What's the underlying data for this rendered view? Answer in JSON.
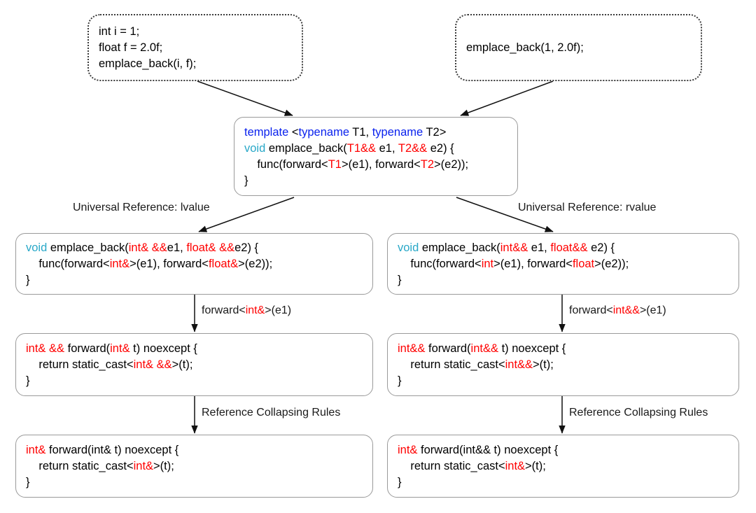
{
  "diagram": {
    "title": "C++ Perfect Forwarding / Universal Reference Flow",
    "colors": {
      "keyword_blue": "#0a22ee",
      "type_teal": "#29a8c8",
      "template_red": "#ff0000",
      "box_border_gray": "#9a9a9a",
      "dotted_border": "#3c3c3c",
      "text_black": "#000000",
      "background": "#ffffff"
    }
  },
  "nodes": {
    "call_lvalue": {
      "name": "call-site-lvalue",
      "style": "dotted",
      "lines": [
        [
          {
            "t": "int i = 1;",
            "c": "plain"
          }
        ],
        [
          {
            "t": "float f = 2.0f;",
            "c": "plain"
          }
        ],
        [
          {
            "t": "emplace_back(i, f);",
            "c": "plain"
          }
        ]
      ]
    },
    "call_rvalue": {
      "name": "call-site-rvalue",
      "style": "dotted",
      "lines": [
        [
          {
            "t": "emplace_back(1, 2.0f);",
            "c": "plain"
          }
        ]
      ]
    },
    "template_fn": {
      "name": "template-emplace-back",
      "style": "solid",
      "lines": [
        [
          {
            "t": "template",
            "c": "kw"
          },
          {
            "t": " <",
            "c": "plain"
          },
          {
            "t": "typename",
            "c": "kw"
          },
          {
            "t": " T1, ",
            "c": "plain"
          },
          {
            "t": "typename",
            "c": "kw"
          },
          {
            "t": " T2>",
            "c": "plain"
          }
        ],
        [
          {
            "t": "void",
            "c": "type"
          },
          {
            "t": " emplace_back(",
            "c": "plain"
          },
          {
            "t": "T1&&",
            "c": "tpl"
          },
          {
            "t": " e1, ",
            "c": "plain"
          },
          {
            "t": "T2&&",
            "c": "tpl"
          },
          {
            "t": " e2) {",
            "c": "plain"
          }
        ],
        [
          {
            "t": "    func(forward<",
            "c": "plain"
          },
          {
            "t": "T1",
            "c": "tpl"
          },
          {
            "t": ">(e1), forward<",
            "c": "plain"
          },
          {
            "t": "T2",
            "c": "tpl"
          },
          {
            "t": ">(e2));",
            "c": "plain"
          }
        ],
        [
          {
            "t": "}",
            "c": "plain"
          }
        ]
      ]
    },
    "instantiated_lvalue": {
      "name": "instantiated-emplace-back-lvalue",
      "style": "solid",
      "lines": [
        [
          {
            "t": "void",
            "c": "type"
          },
          {
            "t": " emplace_back(",
            "c": "plain"
          },
          {
            "t": "int& &&",
            "c": "tpl"
          },
          {
            "t": "e1, ",
            "c": "plain"
          },
          {
            "t": "float& &&",
            "c": "tpl"
          },
          {
            "t": "e2) {",
            "c": "plain"
          }
        ],
        [
          {
            "t": "    func(forward<",
            "c": "plain"
          },
          {
            "t": "int&",
            "c": "tpl"
          },
          {
            "t": ">(e1), forward<",
            "c": "plain"
          },
          {
            "t": "float&",
            "c": "tpl"
          },
          {
            "t": ">(e2));",
            "c": "plain"
          }
        ],
        [
          {
            "t": "}",
            "c": "plain"
          }
        ]
      ]
    },
    "instantiated_rvalue": {
      "name": "instantiated-emplace-back-rvalue",
      "style": "solid",
      "lines": [
        [
          {
            "t": "void",
            "c": "type"
          },
          {
            "t": " emplace_back(",
            "c": "plain"
          },
          {
            "t": "int&&",
            "c": "tpl"
          },
          {
            "t": " e1, ",
            "c": "plain"
          },
          {
            "t": "float&&",
            "c": "tpl"
          },
          {
            "t": " e2) {",
            "c": "plain"
          }
        ],
        [
          {
            "t": "    func(forward<",
            "c": "plain"
          },
          {
            "t": "int",
            "c": "tpl"
          },
          {
            "t": ">(e1), forward<",
            "c": "plain"
          },
          {
            "t": "float",
            "c": "tpl"
          },
          {
            "t": ">(e2));",
            "c": "plain"
          }
        ],
        [
          {
            "t": "}",
            "c": "plain"
          }
        ]
      ]
    },
    "forward_lvalue": {
      "name": "forward-instantiation-lvalue",
      "style": "solid",
      "lines": [
        [
          {
            "t": "int& &&",
            "c": "tpl"
          },
          {
            "t": " forward(",
            "c": "plain"
          },
          {
            "t": "int&",
            "c": "tpl"
          },
          {
            "t": " t) noexcept {",
            "c": "plain"
          }
        ],
        [
          {
            "t": "    return static_cast<",
            "c": "plain"
          },
          {
            "t": "int& &&",
            "c": "tpl"
          },
          {
            "t": ">(t);",
            "c": "plain"
          }
        ],
        [
          {
            "t": "}",
            "c": "plain"
          }
        ]
      ]
    },
    "forward_rvalue": {
      "name": "forward-instantiation-rvalue",
      "style": "solid",
      "lines": [
        [
          {
            "t": "int&&",
            "c": "tpl"
          },
          {
            "t": " forward(",
            "c": "plain"
          },
          {
            "t": "int&&",
            "c": "tpl"
          },
          {
            "t": " t) noexcept {",
            "c": "plain"
          }
        ],
        [
          {
            "t": "    return static_cast<",
            "c": "plain"
          },
          {
            "t": "int&&",
            "c": "tpl"
          },
          {
            "t": ">(t);",
            "c": "plain"
          }
        ],
        [
          {
            "t": "}",
            "c": "plain"
          }
        ]
      ]
    },
    "collapsed_lvalue": {
      "name": "collapsed-forward-lvalue",
      "style": "solid",
      "lines": [
        [
          {
            "t": "int&",
            "c": "tpl"
          },
          {
            "t": " forward(int& t) noexcept {",
            "c": "plain"
          }
        ],
        [
          {
            "t": "    return static_cast<",
            "c": "plain"
          },
          {
            "t": "int&",
            "c": "tpl"
          },
          {
            "t": ">(t);",
            "c": "plain"
          }
        ],
        [
          {
            "t": "}",
            "c": "plain"
          }
        ]
      ]
    },
    "collapsed_rvalue": {
      "name": "collapsed-forward-rvalue",
      "style": "solid",
      "lines": [
        [
          {
            "t": "int&",
            "c": "tpl"
          },
          {
            "t": " forward(int&& t) noexcept {",
            "c": "plain"
          }
        ],
        [
          {
            "t": "    return static_cast<",
            "c": "plain"
          },
          {
            "t": "int&",
            "c": "tpl"
          },
          {
            "t": ">(t);",
            "c": "plain"
          }
        ],
        [
          {
            "t": "}",
            "c": "plain"
          }
        ]
      ]
    }
  },
  "edge_labels": {
    "universal_ref_lvalue": "Universal Reference: lvalue",
    "universal_ref_rvalue": "Universal Reference: rvalue",
    "forward_call_lvalue": [
      {
        "t": "forward<",
        "c": "plain"
      },
      {
        "t": "int&",
        "c": "tpl"
      },
      {
        "t": ">(e1)",
        "c": "plain"
      }
    ],
    "forward_call_rvalue": [
      {
        "t": "forward<",
        "c": "plain"
      },
      {
        "t": "int&&",
        "c": "tpl"
      },
      {
        "t": ">(e1)",
        "c": "plain"
      }
    ],
    "ref_collapsing_left": "Reference Collapsing Rules",
    "ref_collapsing_right": "Reference Collapsing Rules"
  }
}
